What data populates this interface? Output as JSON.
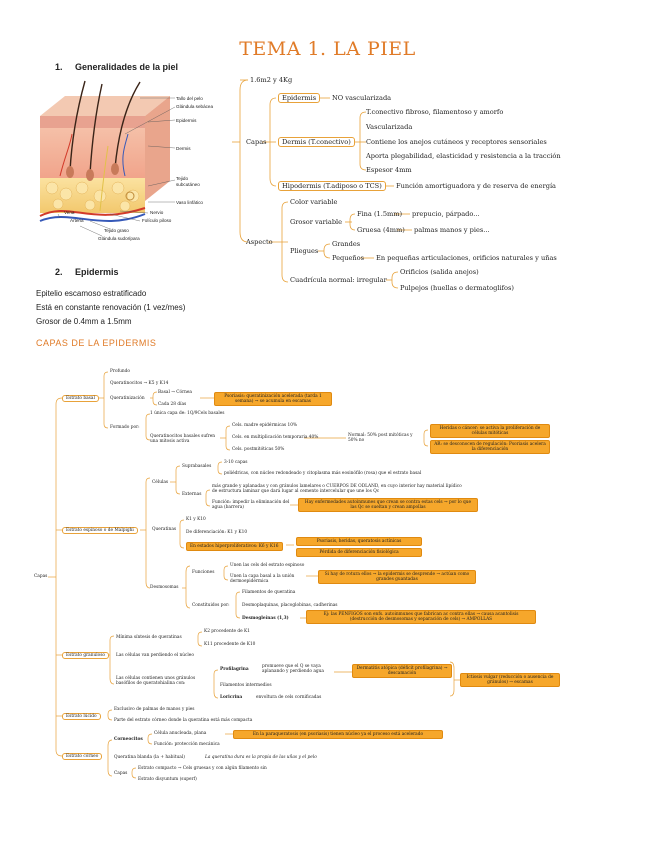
{
  "title": "TEMA 1. LA PIEL",
  "s1": {
    "num": "1.",
    "label": "Generalidades de la piel"
  },
  "s2": {
    "num": "2.",
    "label": "Epidermis"
  },
  "epi_lines": [
    "Epitelio escamoso estratificado",
    "Está en constante renovación (1 vez/mes)",
    "Grosor de 0.4mm a 1.5mm"
  ],
  "capas_title": "CAPAS DE LA EPIDERMIS",
  "skin_labels": [
    "Tallo del pelo",
    "Glándula sebácea",
    "Epidermis",
    "Dermis",
    "Tejido subcutáneo",
    "Vaso linfático",
    "Nervio",
    "Folículo piloso",
    "Tejido graso",
    "Glándula sudorípara",
    "Vena",
    "Arteria"
  ],
  "map": {
    "top": "1.6m2 y 4Kg",
    "capas": "Capas",
    "epidermis": "Epidermis",
    "epidermis_d": "NO vascularizada",
    "dermis": "Dermis (T.conectivo)",
    "dermis_items": [
      "T.conectivo fibroso, filamentoso y amorfo",
      "Vascularizada",
      "Contiene los anejos cutáneos y receptores sensoriales",
      "Aporta plegabilidad, elasticidad y resistencia a la tracción",
      "Espesor 4mm"
    ],
    "hipo": "Hipodermis (T.adiposo o TCS)",
    "hipo_d": "Función amortiguadora y de reserva de energía",
    "aspecto": "Aspecto",
    "color": "Color variable",
    "grosor": "Grosor variable",
    "fina": "Fina (1.5mm)",
    "fina_d": "prepucio, párpado...",
    "gruesa": "Gruesa (4mm)",
    "gruesa_d": "palmas manos y pies...",
    "pliegues": "Pliegues",
    "grandes": "Grandes",
    "pequenos": "Pequeños",
    "pequenos_d": "En pequeñas articulaciones, orificios naturales y uñas",
    "cuad": "Cuadrícula normal: irregular",
    "orif": "Orificios (salida anejos)",
    "pulp": "Pulpejos (huellas o dermatoglifos)"
  },
  "detail": {
    "capas": "Capas",
    "basal": "Estrato basal",
    "basal_items": [
      "Profundo",
      "Queratinocitos → K5 y K14",
      "Queratinización",
      "Formado por:"
    ],
    "basal_q": [
      "Basal → Córnea",
      "Cada 28 días"
    ],
    "basal_box": "Psoriasis: queratinización acelerada (tarda 1 semana) → se acumula en escamas",
    "formado": [
      "1 única capa de: 1Q/9Cels basales",
      "Queratinocitos basales sufren una mitosis activa"
    ],
    "cels": [
      "Cels. madre epidérmicas 10%",
      "Cels. en multiplicación temporaria 40%",
      "Cels. postmitóticas 50%"
    ],
    "normal": "Normal: 50% post mitóticas y 50% no",
    "normal_boxes": [
      "Heridas o cáncer: se activa la proliferación de células mitóticas",
      "AR: se desconocen de regulación: Psoriasis acelera la diferenciación"
    ],
    "espinoso": "Estrato espinoso o de Malpighi",
    "celulas": "Células",
    "supra": "Suprabasales",
    "supra_items": [
      "3-10 capas",
      "poliédricas, con núcleo redondeado y citoplasma más eosinófilo (rosa) que el estrato basal"
    ],
    "externas": "Externas",
    "externas_items": [
      "más grande y aplanadas y con gránulos lamelares o CUERPOS DE ODLAND, en cuyo interior hay material lipídico de estructura laminar que dará lugar al cemento intercelular que une los Qc",
      "Función: impedir la eliminación del agua (barrera)"
    ],
    "externas_box": "Hay enfermedades autoinmunes que crean se contra estas cels → por lo que las Qc se sueltan y crean ampollas",
    "queratinas": "Queratinas",
    "q_items": [
      "K1 y K10",
      "De diferenciación: K1 y K10",
      "En estados hiperproliferativos: K6 y K16"
    ],
    "q_boxes": [
      "Psoriasis, heridas, queratosis actínicas",
      "Pérdida de diferenciación fisiológica"
    ],
    "desmo": "Desmosomas",
    "funciones": "Funciones",
    "func_items": [
      "Unen las cels del estrato espinoso",
      "Unen la capa basal a la unión dermoepidérmica"
    ],
    "func_box": "Si hay de rotura ellos → la epidermis se desprende → actúan como grandes guantadas",
    "constituidos": "Constituidos por:",
    "const_items": [
      "Filamentos de queratina",
      "Desmoplaquinas, placoglobinas, cadherinas",
      "Desmogleínas (1,3)"
    ],
    "const_box": "Ej: las PENFIGOS son enfs. autoinmunes que fabrican ac contra ellas → causa acantolisis (destrucción de desmosomas y separación de cels) → AMPOLLAS",
    "granuloso": "Estrato granuloso",
    "gran_items": [
      "Mínima síntesis de queratinas",
      "Las células van perdiendo el núcleo",
      "Las células contienen unos gránulos basófilos de queratohialina con:"
    ],
    "gran_k": [
      "K2 procedente de K1",
      "K11 procedente de K10"
    ],
    "profil": "Profilagrina",
    "profil_d": "promueve que el Q se vaya aplanando y perdiendo agua",
    "profil_box": "Dermatitis atópica (déficit profilagrina) → descamación",
    "fil": "Filamentos intermedios",
    "lori": "Loricrina",
    "lori_d": "envoltura de cels cornificadas",
    "ictio_box": "Ictiosis vulgar (reducción o ausencia de gránulos) → escamas",
    "lucido": "Estrato lúcido",
    "lucido_items": [
      "Exclusivo de palmas de manos y pies",
      "Parte del estrato córneo donde la queratina está más compacta"
    ],
    "corneo": "Estrato córneo",
    "corneo_items": [
      "Corneocitos",
      "Queratina blanda (la + habitual)",
      "Capas"
    ],
    "corneo_sub": [
      "Célula anucleada, plana",
      "Función: protección mecánica"
    ],
    "corneo_box": "En la paraqueratosis (en psoriasis) tienen núcleo ya el proceso está acelerado",
    "queratina_d": "La queratina dura es la propia de las uñas y el pelo",
    "capas_items": [
      "Estrato compacto → Cels gruesas y con algún filamento sin",
      "Estrato disyuntum (superf)"
    ]
  }
}
